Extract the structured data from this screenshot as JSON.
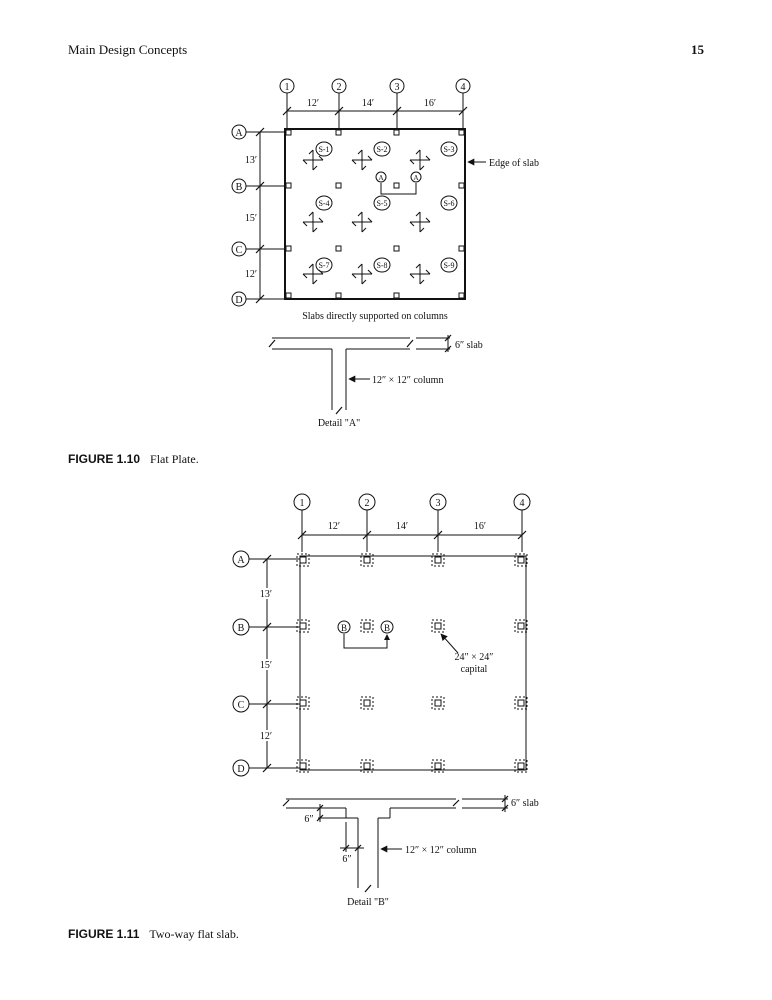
{
  "header": {
    "running_head": "Main Design Concepts",
    "page_number": "15"
  },
  "figure_1_10": {
    "caption_number": "FIGURE 1.10",
    "caption_text": "Flat Plate.",
    "column_lines": [
      "1",
      "2",
      "3",
      "4"
    ],
    "row_lines": [
      "A",
      "B",
      "C",
      "D"
    ],
    "horizontal_spans": [
      "12′",
      "14′",
      "16′"
    ],
    "vertical_spans": [
      "13′",
      "15′",
      "12′"
    ],
    "slab_labels": [
      "S-1",
      "S-2",
      "S-3",
      "S-4",
      "S-5",
      "S-6",
      "S-7",
      "S-8",
      "S-9"
    ],
    "section_marker": "A",
    "edge_label": "Edge of slab",
    "plan_caption": "Slabs directly supported on columns",
    "slab_label": "6″ slab",
    "column_label": "12″ × 12″ column",
    "detail_label": "Detail \"A\""
  },
  "figure_1_11": {
    "caption_number": "FIGURE 1.11",
    "caption_text": "Two-way flat slab.",
    "column_lines": [
      "1",
      "2",
      "3",
      "4"
    ],
    "row_lines": [
      "A",
      "B",
      "C",
      "D"
    ],
    "horizontal_spans": [
      "12′",
      "14′",
      "16′"
    ],
    "vertical_spans": [
      "13′",
      "15′",
      "12′"
    ],
    "section_marker": "B",
    "capital_label_line1": "24″ × 24″",
    "capital_label_line2": "capital",
    "slab_label": "6″ slab",
    "drop_label_1": "6″",
    "drop_label_2": "6″",
    "column_label": "12″ × 12″ column",
    "detail_label": "Detail \"B\""
  }
}
